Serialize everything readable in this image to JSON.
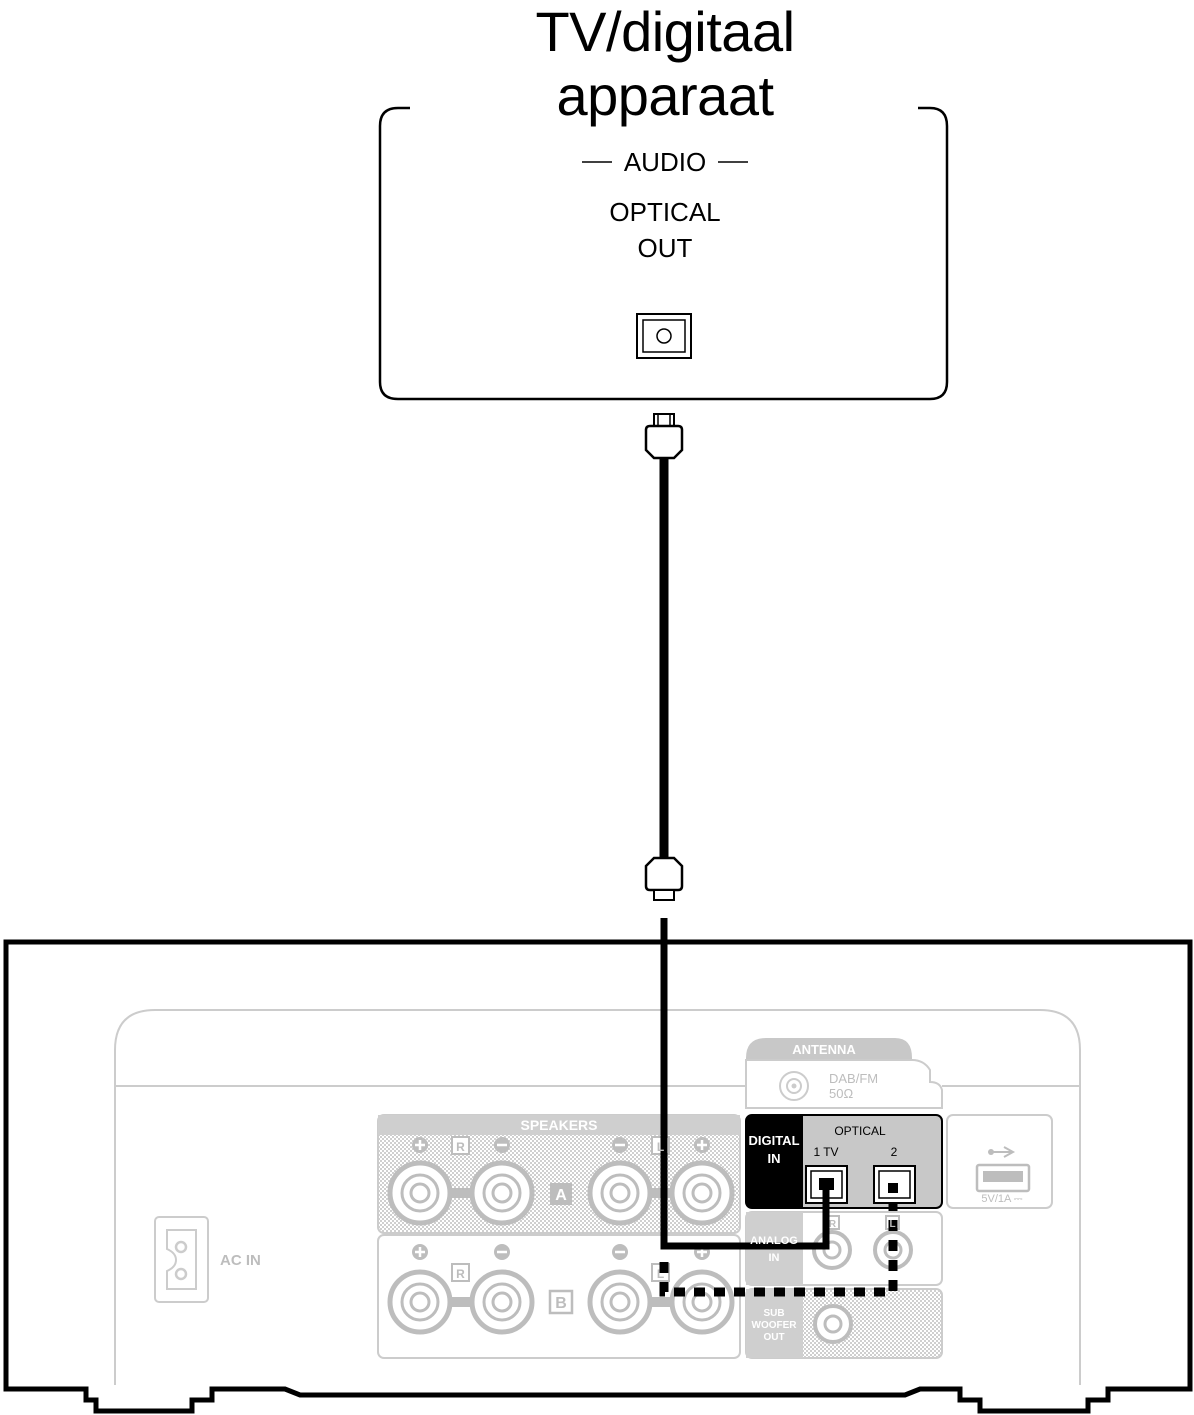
{
  "device": {
    "title_line1": "TV/digitaal",
    "title_line2": "apparaat",
    "section_label": "AUDIO",
    "port_label_line1": "OPTICAL",
    "port_label_line2": "OUT"
  },
  "receiver": {
    "antenna": "ANTENNA",
    "dab_fm": "DAB/FM",
    "ohms": "50Ω",
    "speakers": "SPEAKERS",
    "speaker_r": "R",
    "speaker_l": "L",
    "zone_a": "A",
    "zone_b": "B",
    "ac_in": "AC IN",
    "digital_in_line1": "DIGITAL",
    "digital_in_line2": "IN",
    "optical": "OPTICAL",
    "optical_1": "1 TV",
    "optical_2": "2",
    "analog_in_line1": "ANALOG",
    "analog_in_line2": "IN",
    "analog_r": "R",
    "analog_l": "L",
    "sub_line1": "SUB",
    "sub_line2": "WOOFER",
    "sub_line3": "OUT",
    "usb_rating": "5V/1A ⎓"
  },
  "colors": {
    "line": "#000000",
    "panel_grey": "#c8c8c8",
    "label_grey": "#bdbdbd",
    "active": "#000000"
  }
}
